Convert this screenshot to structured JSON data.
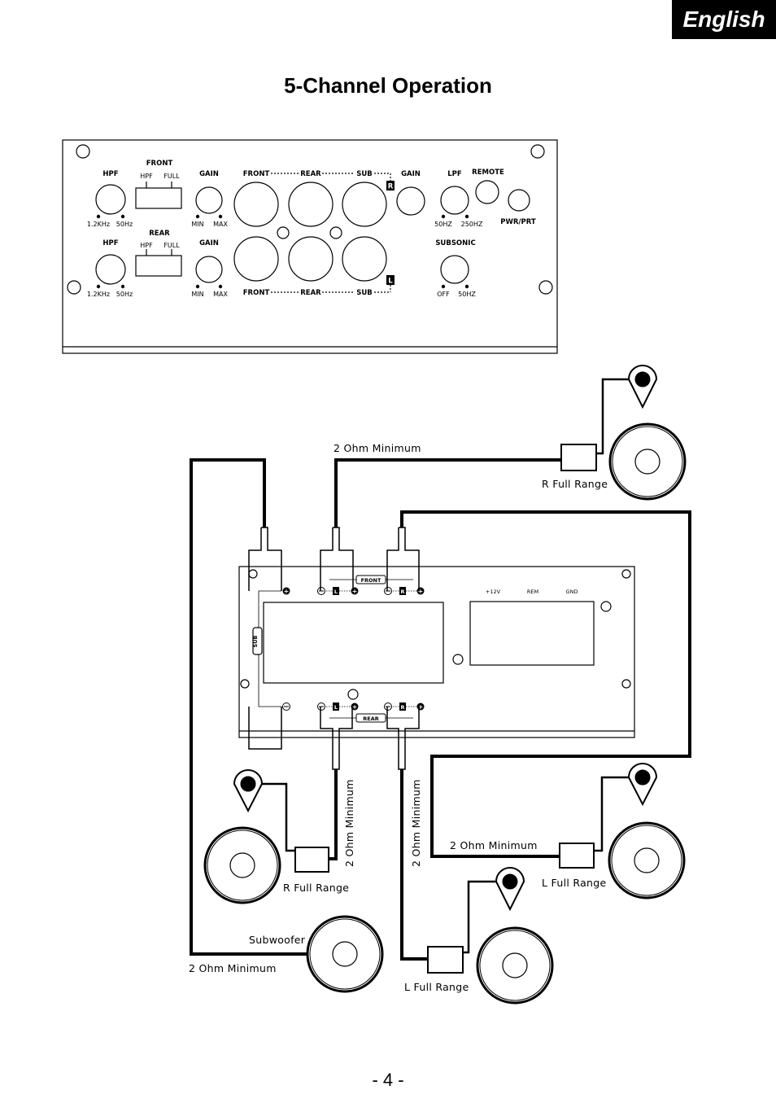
{
  "page": {
    "language": "English",
    "title": "5-Channel Operation",
    "page_number": "- 4 -"
  },
  "panel": {
    "hpf": "HPF",
    "front": "FRONT",
    "rear": "REAR",
    "gain": "GAIN",
    "sub": "SUB",
    "lpf": "LPF",
    "remote": "REMOTE",
    "pwr_prt": "PWR/PRT",
    "subsonic": "SUBSONIC",
    "r": "R",
    "l": "L",
    "hpf_switch": "HPF",
    "full_switch": "FULL",
    "freq_12khz": "1.2KHz",
    "freq_50hz": "50Hz",
    "min": "MIN",
    "max": "MAX",
    "lpf_50hz": "50HZ",
    "lpf_250hz": "250HZ",
    "off": "OFF",
    "sub_50hz": "50HZ"
  },
  "terminals": {
    "front": "FRONT",
    "rear": "REAR",
    "sub": "SUB",
    "l": "L",
    "r": "R",
    "v12": "+12V",
    "rem": "REM",
    "gnd": "GND"
  },
  "wiring": {
    "two_ohm": "2 Ohm Minimum",
    "r_full_range": "R Full Range",
    "l_full_range": "L Full Range",
    "subwoofer": "Subwoofer"
  },
  "colors": {
    "ink": "#000000",
    "paper": "#ffffff"
  }
}
